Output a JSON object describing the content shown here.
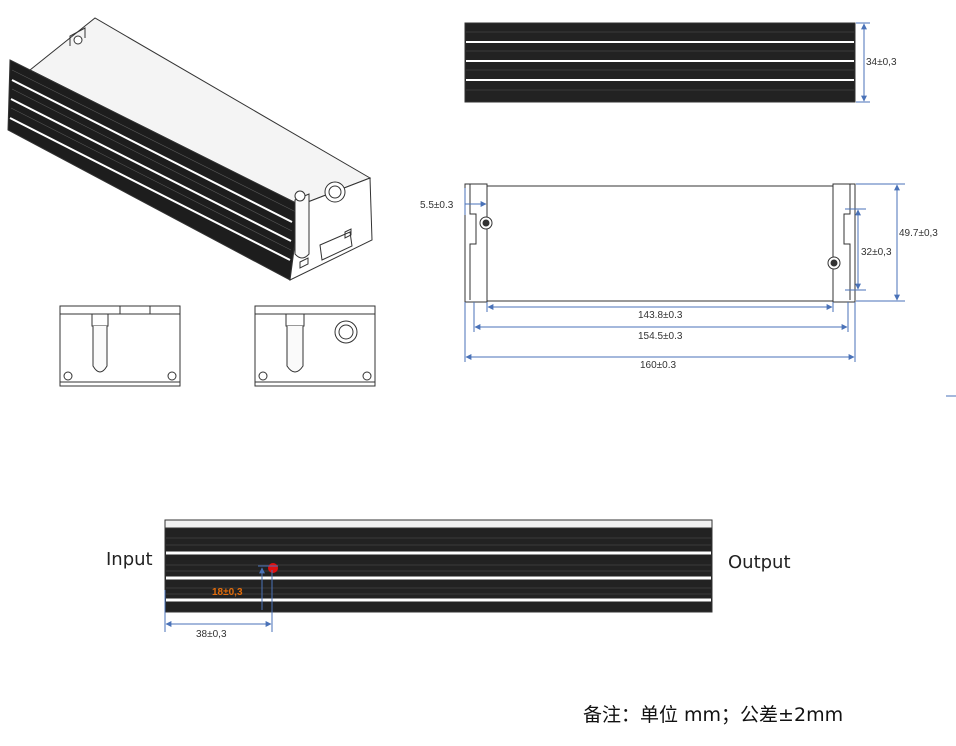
{
  "dimensions": {
    "height_34": "34±0,3",
    "hole_5_5": "5.5±0.3",
    "width_49_7": "49.7±0,3",
    "hole_span_32": "32±0,3",
    "len_143_8": "143.8±0.3",
    "len_154_5": "154.5±0.3",
    "len_160": "160±0.3",
    "cable_h_18": "18±0,3",
    "cable_x_38": "38±0,3"
  },
  "labels": {
    "input": "Input",
    "output": "Output"
  },
  "note": "备注：单位 mm；公差±2mm",
  "colors": {
    "dimension_line": "#4a72b8",
    "body_dark": "#2b2b2b",
    "highlight_orange": "#e36c0a",
    "marker_red": "#e01010"
  }
}
